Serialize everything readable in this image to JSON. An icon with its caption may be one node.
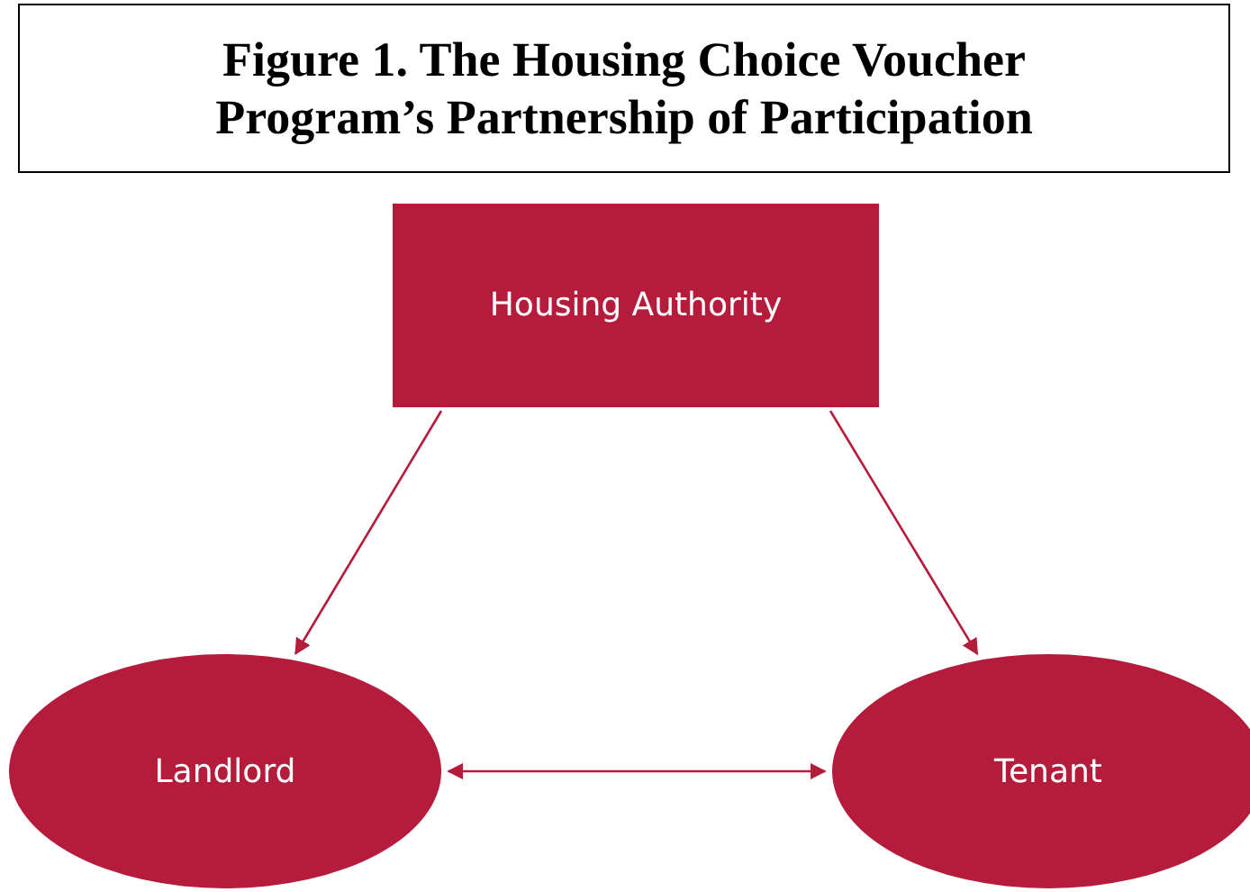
{
  "diagram": {
    "title": "Figure 1. The Housing Choice Voucher Program’s Partnership of Participation",
    "nodes": [
      {
        "text": [
          "Housing Authority"
        ]
      },
      {
        "text": [
          "Landlord"
        ]
      },
      {
        "text": [
          "Tenant"
        ]
      }
    ],
    "edges": [
      {
        "from": 0,
        "to": 1,
        "arrow": "to"
      },
      {
        "from": 0,
        "to": 2,
        "arrow": "to"
      },
      {
        "from": 1,
        "to": 2,
        "arrow": "both"
      }
    ]
  }
}
